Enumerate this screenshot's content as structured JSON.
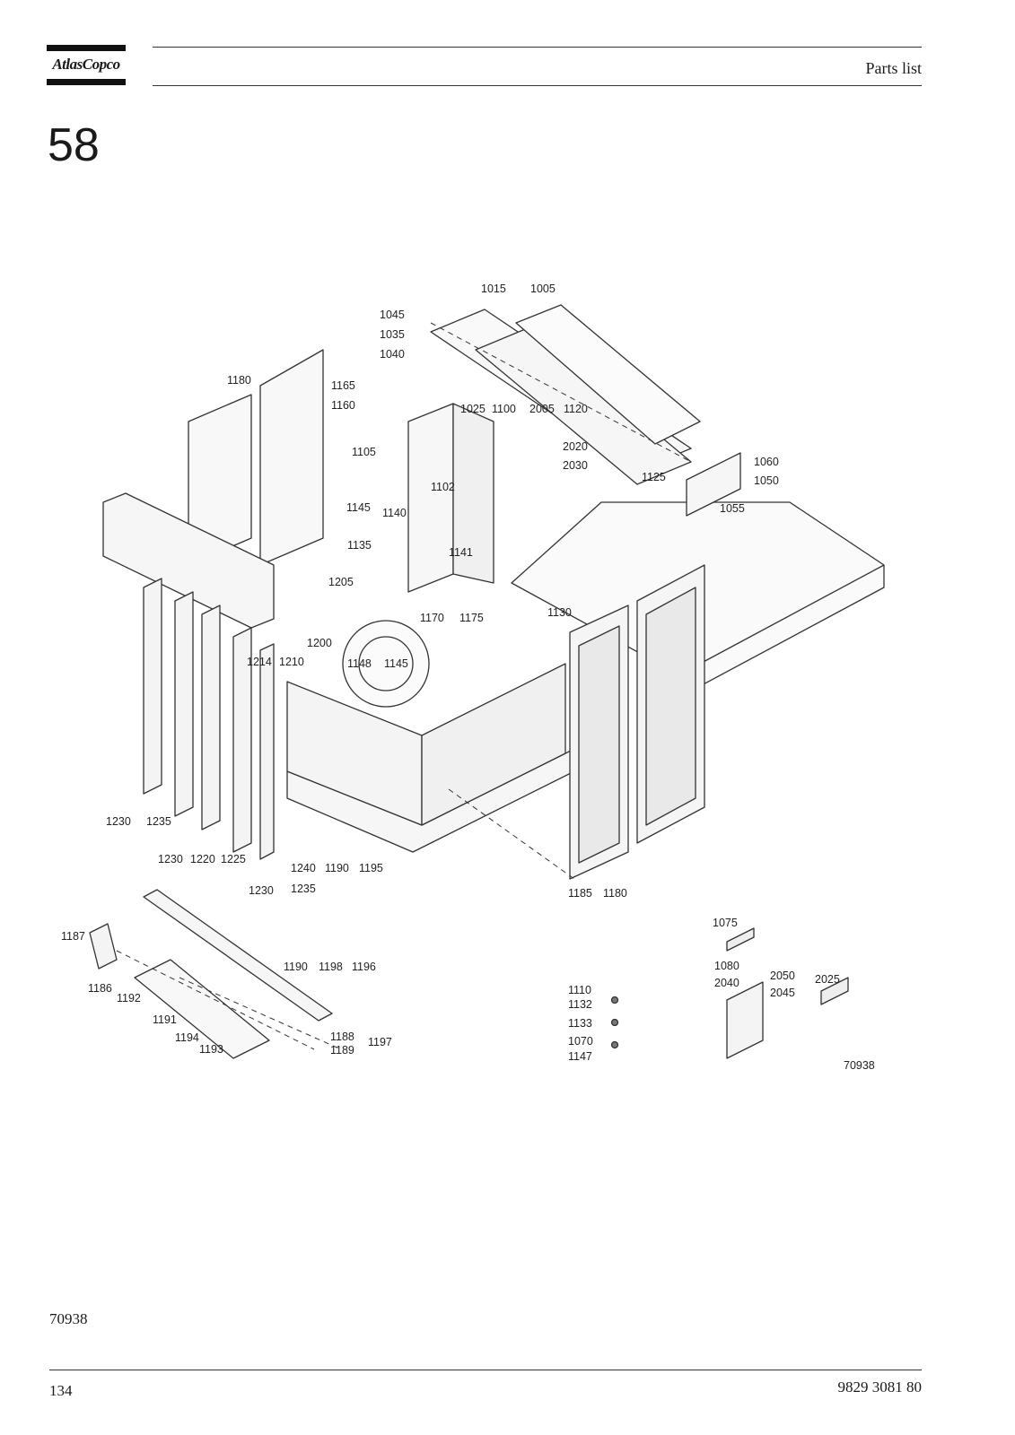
{
  "brand": {
    "logo_text": "AtlasCopco"
  },
  "header": {
    "title": "Parts list"
  },
  "section": {
    "number": "58"
  },
  "drawing": {
    "reference": "70938",
    "labels": [
      "1015",
      "1005",
      "1045",
      "1035",
      "1040",
      "1180",
      "1165",
      "1160",
      "1025",
      "1100",
      "2005",
      "1120",
      "2020",
      "2030",
      "1060",
      "1050",
      "1105",
      "1102",
      "1125",
      "1055",
      "1145",
      "1140",
      "1135",
      "1141",
      "1205",
      "1130",
      "1170",
      "1175",
      "1200",
      "1214",
      "1210",
      "1148",
      "1145",
      "1230",
      "1235",
      "1230",
      "1220",
      "1225",
      "1240",
      "1190",
      "1195",
      "1230",
      "1235",
      "1185",
      "1180",
      "1187",
      "1186",
      "1192",
      "1191",
      "1194",
      "1193",
      "1190",
      "1198",
      "1196",
      "1188",
      "1189",
      "1197",
      "1075",
      "1080",
      "2050",
      "2040",
      "2045",
      "2025",
      "1110",
      "1132",
      "1133",
      "1070",
      "1147",
      "70938"
    ]
  },
  "footer": {
    "drawing_ref": "70938",
    "page_number": "134",
    "doc_number": "9829 3081 80"
  }
}
